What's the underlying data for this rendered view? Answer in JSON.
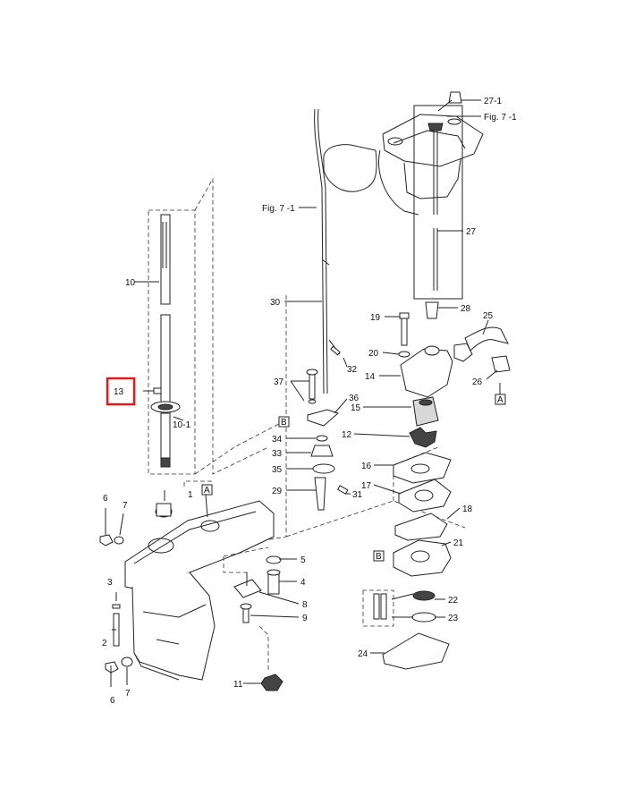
{
  "highlight": {
    "label": "13",
    "color": "#e11b1b"
  },
  "refs": {
    "fig_left": "Fig. 7 -1",
    "fig_right": "Fig. 7 -1",
    "box_a_top": "A",
    "box_a_right": "A",
    "box_b_mid": "B",
    "box_b_low": "B"
  },
  "callouts": {
    "c27_1": "27-1",
    "c27": "27",
    "c10": "10",
    "c10_1": "10-1",
    "c1": "1",
    "c30": "30",
    "c32": "32",
    "c37": "37",
    "c36": "36",
    "c34": "34",
    "c33": "33",
    "c35": "35",
    "c29": "29",
    "c31": "31",
    "c19": "19",
    "c20": "20",
    "c14": "14",
    "c28": "28",
    "c25": "25",
    "c26": "26",
    "c15": "15",
    "c12": "12",
    "c16": "16",
    "c17": "17",
    "c18": "18",
    "c21": "21",
    "c22": "22",
    "c23": "23",
    "c24": "24",
    "c6a": "6",
    "c7a": "7",
    "c3": "3",
    "c2": "2",
    "c6b": "6",
    "c7b": "7",
    "c5": "5",
    "c4": "4",
    "c8": "8",
    "c9": "9",
    "c11": "11"
  }
}
